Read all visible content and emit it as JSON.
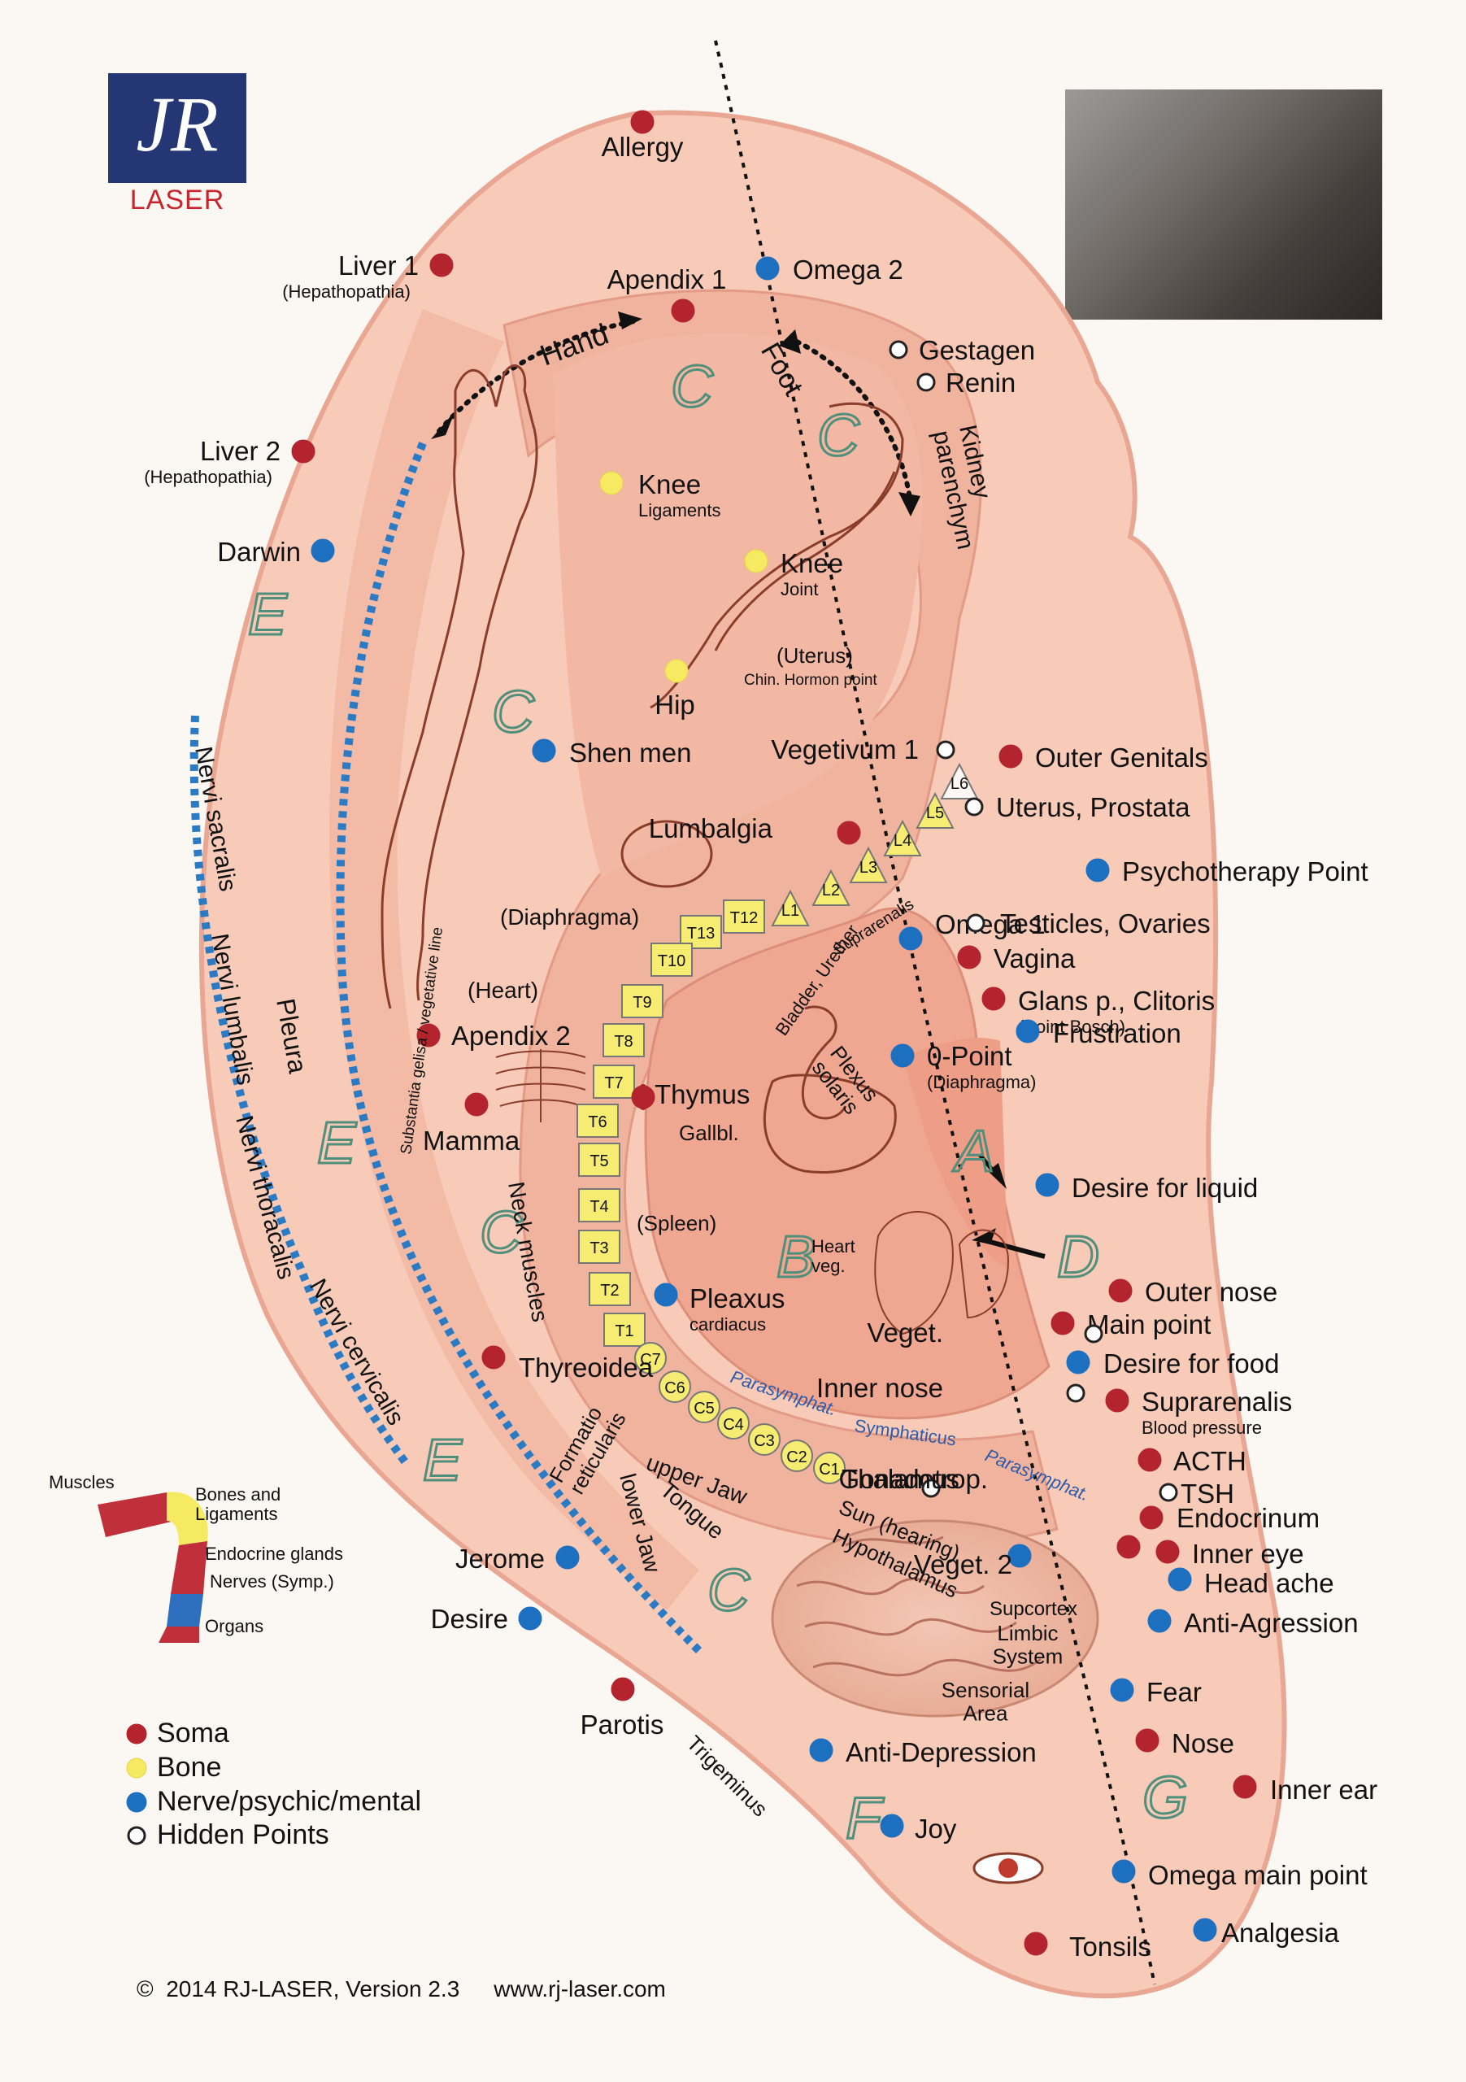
{
  "brand": {
    "logo_text": "JR",
    "logo_sub": "LASER"
  },
  "footer": {
    "copyright": "©  2014 RJ-LASER, Version 2.3",
    "url": "www.rj-laser.com"
  },
  "colors": {
    "soma": "#b3242f",
    "bone": "#f7ea63",
    "nerve": "#1d6fc0",
    "hidden": "#ffffff",
    "skin": "#f6c2ad",
    "skin_dark": "#e59a85",
    "vertebra": "#f6ec72",
    "dotted_blue": "#2a7ac4"
  },
  "legend": {
    "items": [
      {
        "kind": "soma",
        "label": "Soma"
      },
      {
        "kind": "bone",
        "label": "Bone"
      },
      {
        "kind": "nerve",
        "label": "Nerve/psychic/mental"
      },
      {
        "kind": "hidden",
        "label": "Hidden Points"
      }
    ],
    "tissue": [
      "Muscles",
      "Bones and\nLigaments",
      "Endocrine glands",
      "Nerves (Symp.)",
      "Organs"
    ]
  },
  "zones": [
    "C",
    "C",
    "E",
    "C",
    "E",
    "C",
    "E",
    "A",
    "B",
    "D",
    "C",
    "F",
    "G"
  ],
  "vertebrae": [
    "L6",
    "L5",
    "L4",
    "L3",
    "L2",
    "L1",
    "T12",
    "T13",
    "T10",
    "T9",
    "T8",
    "T7",
    "T6",
    "T5",
    "T4",
    "T3",
    "T2",
    "T1",
    "C7",
    "C6",
    "C5",
    "C4",
    "C3",
    "C2",
    "C1"
  ],
  "points": [
    {
      "kind": "soma",
      "label": "Allergy"
    },
    {
      "kind": "soma",
      "label": "Liver 1",
      "sub": "(Hepathopathia)"
    },
    {
      "kind": "soma",
      "label": "Apendix 1"
    },
    {
      "kind": "nerve",
      "label": "Omega 2"
    },
    {
      "kind": "hidden",
      "label": "Gestagen"
    },
    {
      "kind": "hidden",
      "label": "Renin"
    },
    {
      "kind": "soma",
      "label": "Liver 2",
      "sub": "(Hepathopathia)"
    },
    {
      "kind": "nerve",
      "label": "Darwin"
    },
    {
      "kind": "bone",
      "label": "Knee",
      "sub": "Ligaments"
    },
    {
      "kind": "bone",
      "label": "Knee",
      "sub": "Joint"
    },
    {
      "kind": "bone",
      "label": "Hip"
    },
    {
      "kind": "nerve",
      "label": "Shen men"
    },
    {
      "kind": "hidden",
      "label": "Vegetivum 1"
    },
    {
      "kind": "soma",
      "label": "Outer Genitals"
    },
    {
      "kind": "hidden",
      "label": "Uterus, Prostata"
    },
    {
      "kind": "soma",
      "label": "Lumbalgia"
    },
    {
      "kind": "nerve",
      "label": "Psychotherapy Point"
    },
    {
      "kind": "nerve",
      "label": "Omega 1"
    },
    {
      "kind": "hidden",
      "label": "Testicles, Ovaries"
    },
    {
      "kind": "soma",
      "label": "Vagina"
    },
    {
      "kind": "soma",
      "label": "Glans p., Clitoris",
      "sub": "(Point Bosch)"
    },
    {
      "kind": "nerve",
      "label": "Frustration"
    },
    {
      "kind": "nerve",
      "label": "0-Point",
      "sub": "(Diaphragma)"
    },
    {
      "kind": "soma",
      "label": "Apendix 2"
    },
    {
      "kind": "soma",
      "label": "Mamma"
    },
    {
      "kind": "soma",
      "label": "Thymus"
    },
    {
      "kind": "nerve",
      "label": "Desire for liquid"
    },
    {
      "kind": "nerve",
      "label": "Pleaxus",
      "sub": "cardiacus"
    },
    {
      "kind": "soma",
      "label": "Outer nose"
    },
    {
      "kind": "soma",
      "label": "Main point"
    },
    {
      "kind": "nerve",
      "label": "Desire for food"
    },
    {
      "kind": "hidden",
      "label": "Veget."
    },
    {
      "kind": "hidden",
      "label": "Inner nose"
    },
    {
      "kind": "soma",
      "label": "Suprarenalis",
      "sub": "Blood pressure"
    },
    {
      "kind": "soma",
      "label": "Thyreoidea"
    },
    {
      "kind": "soma",
      "label": "ACTH"
    },
    {
      "kind": "hidden",
      "label": "TSH"
    },
    {
      "kind": "soma",
      "label": "Endocrinum"
    },
    {
      "kind": "soma",
      "label": "Gonadotrop."
    },
    {
      "kind": "soma",
      "label": "Inner eye"
    },
    {
      "kind": "nerve",
      "label": "Head ache"
    },
    {
      "kind": "nerve",
      "label": "Veget. 2"
    },
    {
      "kind": "nerve",
      "label": "Jerome"
    },
    {
      "kind": "nerve",
      "label": "Desire"
    },
    {
      "kind": "nerve",
      "label": "Anti-Agression"
    },
    {
      "kind": "nerve",
      "label": "Fear"
    },
    {
      "kind": "soma",
      "label": "Parotis"
    },
    {
      "kind": "soma",
      "label": "Nose"
    },
    {
      "kind": "nerve",
      "label": "Anti-Depression"
    },
    {
      "kind": "soma",
      "label": "Inner ear"
    },
    {
      "kind": "nerve",
      "label": "Joy"
    },
    {
      "kind": "nerve",
      "label": "Omega main point"
    },
    {
      "kind": "soma",
      "label": "Tonsils"
    },
    {
      "kind": "nerve",
      "label": "Analgesia"
    },
    {
      "kind": "hidden",
      "label": "Thalamus"
    }
  ],
  "labels": {
    "hand": "Hand",
    "foot": "Foot",
    "kidney": "Kidney\nparenchym",
    "uterus": "(Uterus)",
    "chin": "Chin. Hormon point",
    "diaphragma": "(Diaphragma)",
    "heart": "(Heart)",
    "suprarenalis": "Suprarenalis",
    "bladder": "Bladder, Urether",
    "plexus": "Plexus\nsolaris",
    "gallbl": "Gallbl.",
    "spleen": "(Spleen)",
    "heartveg": "Heart\nveg.",
    "pleura": "Pleura",
    "neck": "Neck muscles",
    "formatio": "Formatio\nreticularis",
    "upperjaw": "upper Jaw",
    "tongue": "Tongue",
    "lowerjaw": "lower Jaw",
    "parasym1": "Parasymphat.",
    "sympha": "Symphaticus",
    "parasym2": "Parasymphat.",
    "sun": "Sun (hearing)",
    "hypo": "Hypothalamus",
    "supcortex": "Supcortex",
    "limbic": "Limbic\nSystem",
    "sensorial": "Sensorial\nArea",
    "trigeminus": "Trigeminus",
    "substantia": "Substantia gelisa / vegetative line",
    "nervi_sac": "Nervi sacralis",
    "nervi_lum": "Nervi lumbalis",
    "nervi_tho": "Nervi thoracalis",
    "nervi_cer": "Nervi cervicalis"
  }
}
